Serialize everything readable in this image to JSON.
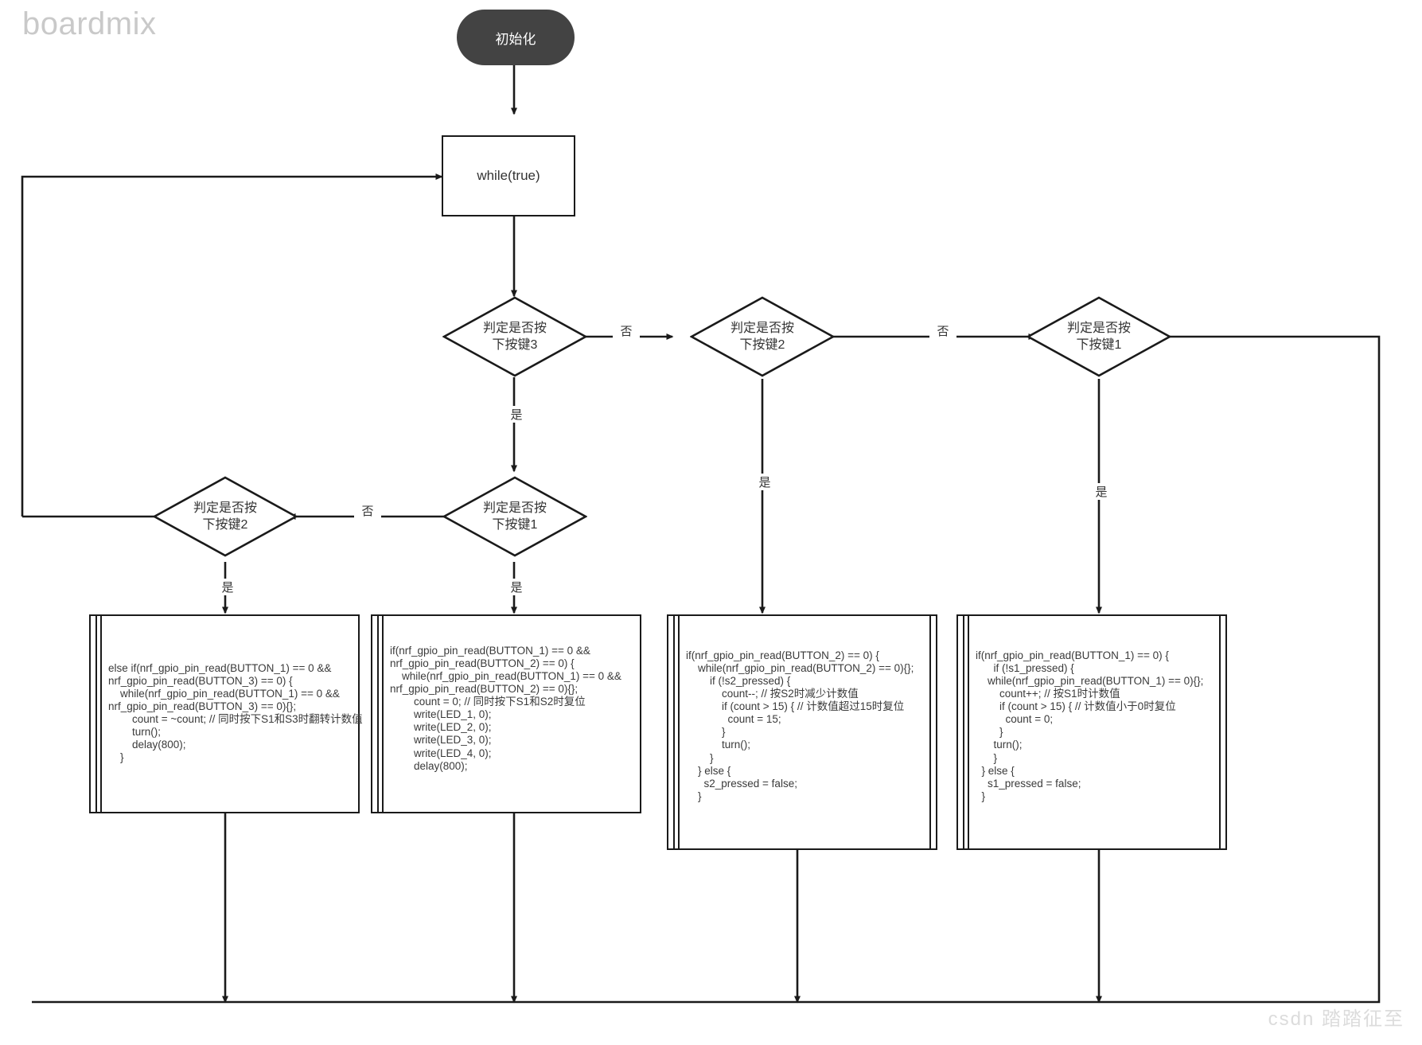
{
  "brand": {
    "logo": "boardmix",
    "watermark": "csdn 踏踏征至"
  },
  "nodes": {
    "start": {
      "label": "初始化",
      "type": "terminator"
    },
    "loop": {
      "label": "while(true)",
      "type": "process"
    },
    "d_key3": {
      "label_line1": "判定是否按",
      "label_line2": "下按键3",
      "type": "decision"
    },
    "d_key2_top": {
      "label_line1": "判定是否按",
      "label_line2": "下按键2",
      "type": "decision"
    },
    "d_key1_top": {
      "label_line1": "判定是否按",
      "label_line2": "下按键1",
      "type": "decision"
    },
    "d_key2_bottom": {
      "label_line1": "判定是否按",
      "label_line2": "下按键2",
      "type": "decision"
    },
    "d_key1_bottom": {
      "label_line1": "判定是否按",
      "label_line2": "下按键1",
      "type": "decision"
    }
  },
  "edge_labels": {
    "key3_no": "否",
    "key3_yes": "是",
    "key2top_no": "否",
    "key2top_yes": "是",
    "key1top_yes": "是",
    "key1bottom_no": "否",
    "key1bottom_yes": "是",
    "key2bottom_yes": "是"
  },
  "code_blocks": {
    "block_s1s3": "else if(nrf_gpio_pin_read(BUTTON_1) == 0 &&\nnrf_gpio_pin_read(BUTTON_3) == 0) {\n    while(nrf_gpio_pin_read(BUTTON_1) == 0 &&\nnrf_gpio_pin_read(BUTTON_3) == 0){};\n        count = ~count; // 同时按下S1和S3时翻转计数值\n        turn();\n        delay(800);\n    }",
    "block_s1s2": "if(nrf_gpio_pin_read(BUTTON_1) == 0 &&\nnrf_gpio_pin_read(BUTTON_2) == 0) {\n    while(nrf_gpio_pin_read(BUTTON_1) == 0 &&\nnrf_gpio_pin_read(BUTTON_2) == 0){};\n        count = 0; // 同时按下S1和S2时复位\n        write(LED_1, 0);\n        write(LED_2, 0);\n        write(LED_3, 0);\n        write(LED_4, 0);\n        delay(800);",
    "block_s2": "if(nrf_gpio_pin_read(BUTTON_2) == 0) {\n    while(nrf_gpio_pin_read(BUTTON_2) == 0){};\n        if (!s2_pressed) {\n            count--; // 按S2时减少计数值\n            if (count > 15) { // 计数值超过15时复位\n              count = 15;\n            }\n            turn();\n        }\n    } else {\n      s2_pressed = false;\n    }",
    "block_s1": "if(nrf_gpio_pin_read(BUTTON_1) == 0) {\n      if (!s1_pressed) {\n    while(nrf_gpio_pin_read(BUTTON_1) == 0){};\n        count++; // 按S1时计数值\n        if (count > 15) { // 计数值小于0时复位\n          count = 0;\n        }\n      turn();\n      }\n  } else {\n    s1_pressed = false;\n  }"
  },
  "colors": {
    "terminator_bg": "#434343",
    "stroke": "#1a1a1a",
    "text": "#333333",
    "logo": "#c9c9c9",
    "watermark": "#dcdcdc",
    "canvas_bg": "#ffffff"
  }
}
